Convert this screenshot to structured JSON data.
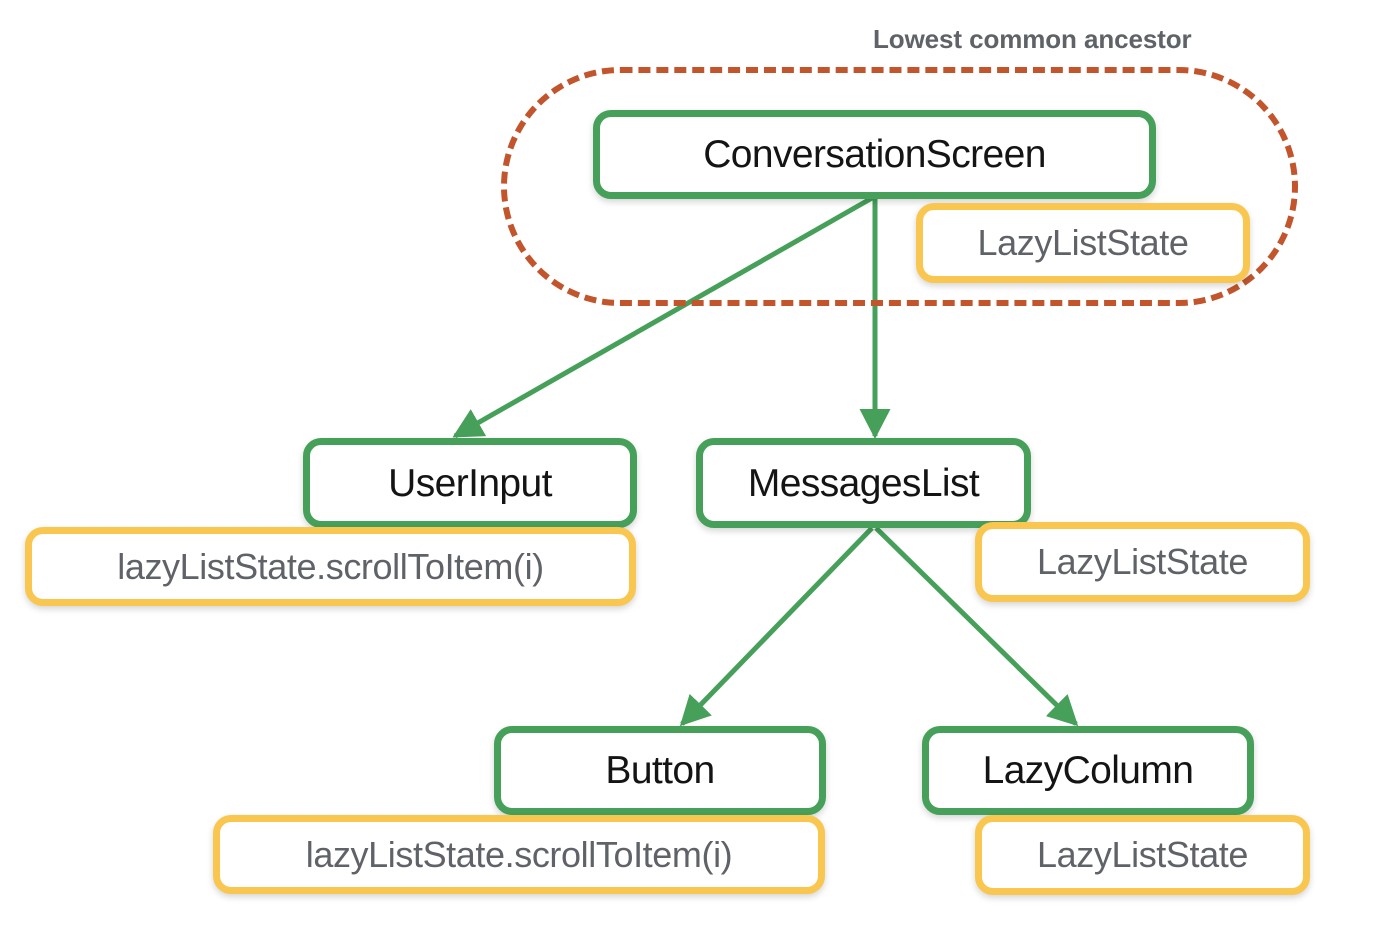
{
  "diagram": {
    "title_label": "Lowest common ancestor",
    "colors": {
      "composable_border": "#46a05a",
      "state_border": "#f9c74f",
      "ancestor_outline": "#c2552c",
      "composable_text": "#141414",
      "state_text": "#5f6368",
      "label_text": "#5f6368",
      "background": "#ffffff"
    },
    "nodes": [
      {
        "id": "conversation-screen",
        "label": "ConversationScreen",
        "kind": "composable"
      },
      {
        "id": "conversation-screen-state",
        "label": "LazyListState",
        "kind": "state"
      },
      {
        "id": "user-input",
        "label": "UserInput",
        "kind": "composable"
      },
      {
        "id": "user-input-call",
        "label": "lazyListState.scrollToItem(i)",
        "kind": "state"
      },
      {
        "id": "messages-list",
        "label": "MessagesList",
        "kind": "composable"
      },
      {
        "id": "messages-list-state",
        "label": "LazyListState",
        "kind": "state"
      },
      {
        "id": "button",
        "label": "Button",
        "kind": "composable"
      },
      {
        "id": "button-call",
        "label": "lazyListState.scrollToItem(i)",
        "kind": "state"
      },
      {
        "id": "lazy-column",
        "label": "LazyColumn",
        "kind": "composable"
      },
      {
        "id": "lazy-column-state",
        "label": "LazyListState",
        "kind": "state"
      }
    ],
    "edges": [
      {
        "from": "conversation-screen",
        "to": "user-input"
      },
      {
        "from": "conversation-screen",
        "to": "messages-list"
      },
      {
        "from": "messages-list",
        "to": "button"
      },
      {
        "from": "messages-list",
        "to": "lazy-column"
      }
    ],
    "ancestor_region": {
      "contains": [
        "conversation-screen",
        "conversation-screen-state"
      ]
    }
  }
}
